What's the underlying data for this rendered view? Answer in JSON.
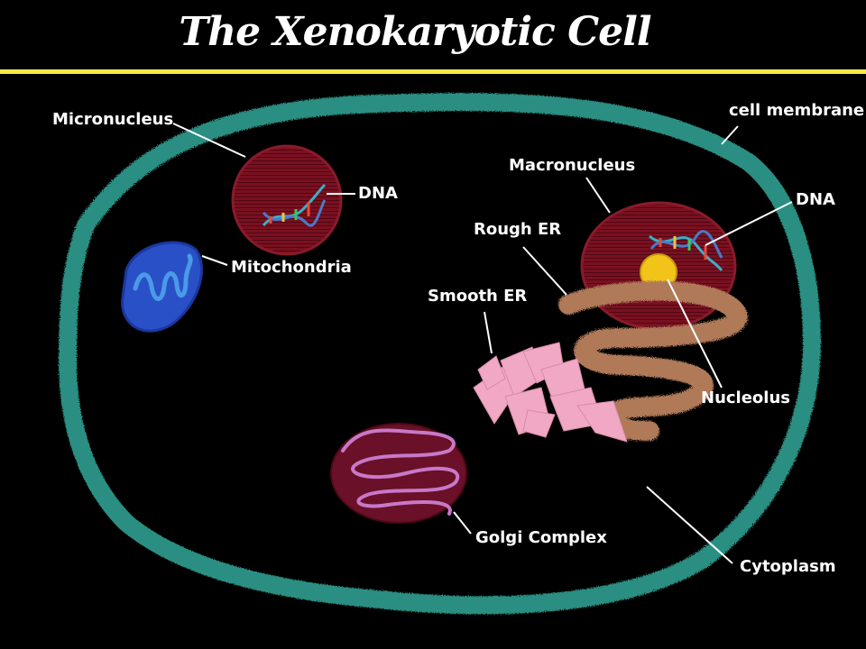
{
  "title": "The Xenokaryotic Cell",
  "colors": {
    "title_rule": "#f5e94a",
    "membrane": "#2a8f82",
    "background": "#000000",
    "nucleus": "#7a1020",
    "mitochondria": "#2a50c8",
    "rough_er": "#b07a58",
    "smooth_er": "#f0a8c4",
    "golgi": "#6a1028",
    "nucleolus": "#f2c41a"
  },
  "labels": {
    "micronucleus": "Micronucleus",
    "dna_micro": "DNA",
    "mitochondria": "Mitochondria",
    "cell_membrane": "cell membrane",
    "macronucleus": "Macronucleus",
    "dna_macro": "DNA",
    "rough_er": "Rough ER",
    "smooth_er": "Smooth ER",
    "nucleolus": "Nucleolus",
    "golgi_complex": "Golgi Complex",
    "cytoplasm": "Cytoplasm"
  }
}
